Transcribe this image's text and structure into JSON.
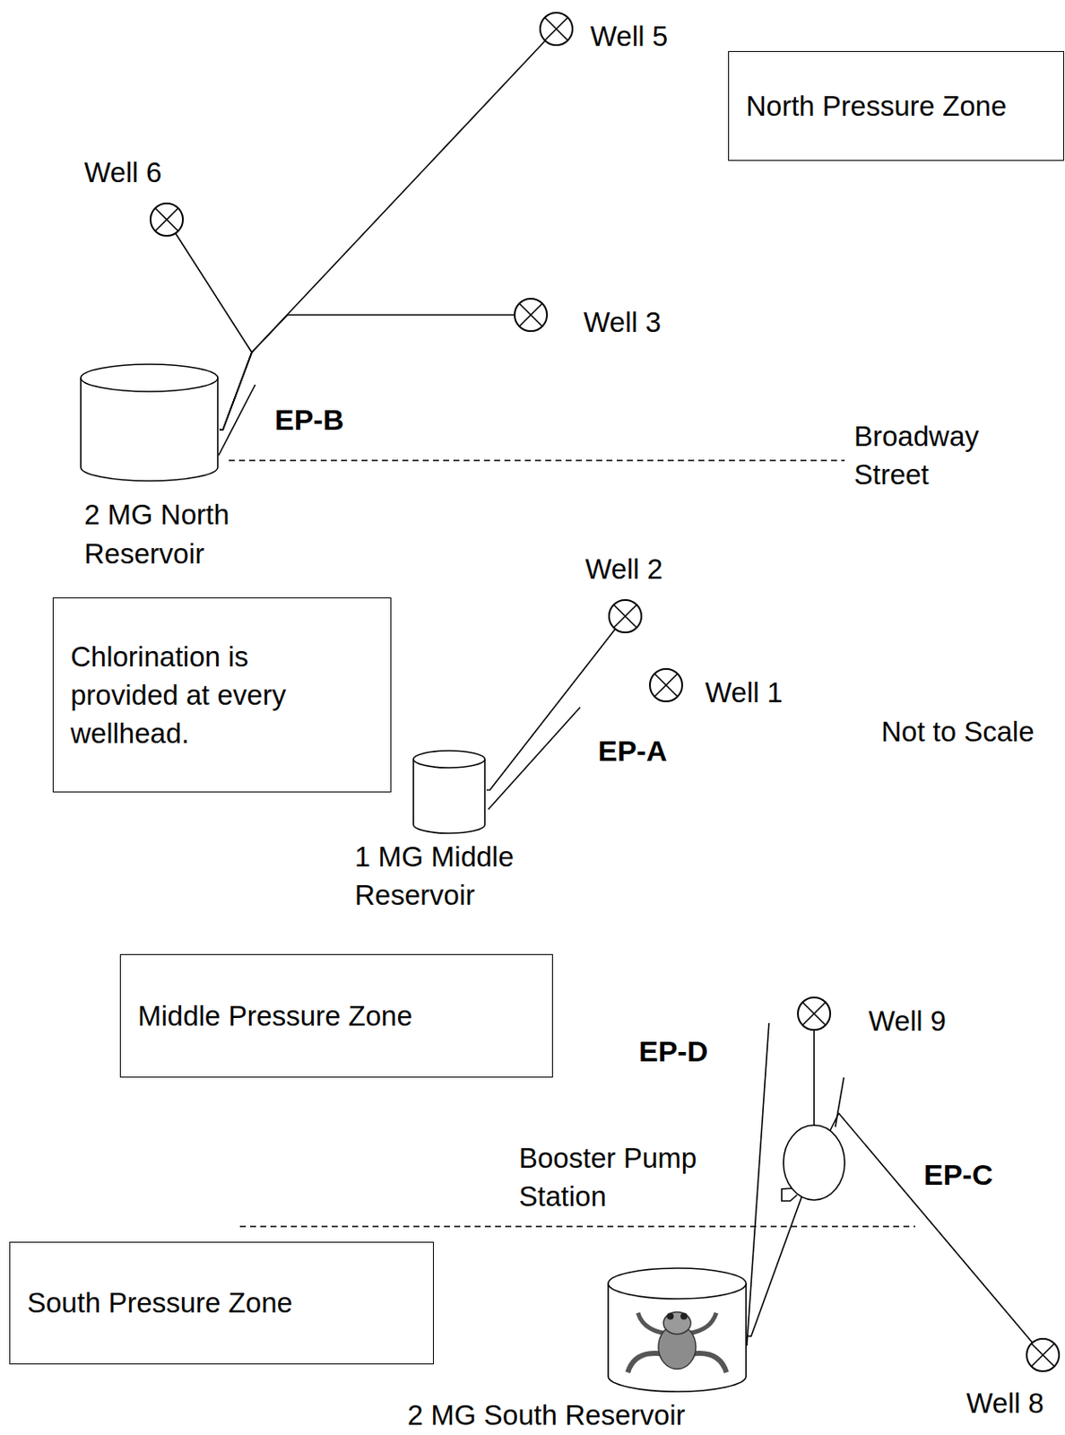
{
  "diagram": {
    "nodes": [
      {
        "text": [
          "Well 5"
        ]
      },
      {
        "text": [
          "North Pressure Zone"
        ]
      },
      {
        "text": [
          "Well 6"
        ]
      },
      {
        "text": [
          "Well 3"
        ]
      },
      {
        "text": [
          "2 MG North Reservoir"
        ]
      },
      {
        "text": [
          "Well 2"
        ]
      },
      {
        "text": [
          "Chlorination is provided at every wellhead."
        ]
      },
      {
        "text": [
          "Well 1"
        ]
      },
      {
        "text": [
          "1 MG Middle Reservoir"
        ]
      },
      {
        "text": [
          "Middle Pressure Zone"
        ]
      },
      {
        "text": [
          "Well 9"
        ]
      },
      {
        "text": [
          "Booster Pump Station"
        ]
      },
      {
        "text": [
          "South Pressure Zone"
        ]
      },
      {
        "text": [
          "2 MG South Reservoir"
        ]
      },
      {
        "text": [
          "Well 8"
        ]
      }
    ],
    "edges": [
      {
        "from": 0,
        "to": 4,
        "arrow": "none"
      },
      {
        "from": 3,
        "to": 4,
        "arrow": "none"
      },
      {
        "from": 2,
        "to": 4,
        "arrow": "none"
      },
      {
        "from": 5,
        "to": 8,
        "arrow": "none"
      },
      {
        "from": 10,
        "to": 11,
        "arrow": "none"
      },
      {
        "from": 14,
        "to": 11,
        "arrow": "none"
      },
      {
        "from": 11,
        "to": 13,
        "arrow": "none"
      }
    ],
    "labels": [
      "EP-B",
      "Broadway Street",
      "EP-A",
      "Not to Scale",
      "EP-D",
      "EP-C"
    ]
  }
}
